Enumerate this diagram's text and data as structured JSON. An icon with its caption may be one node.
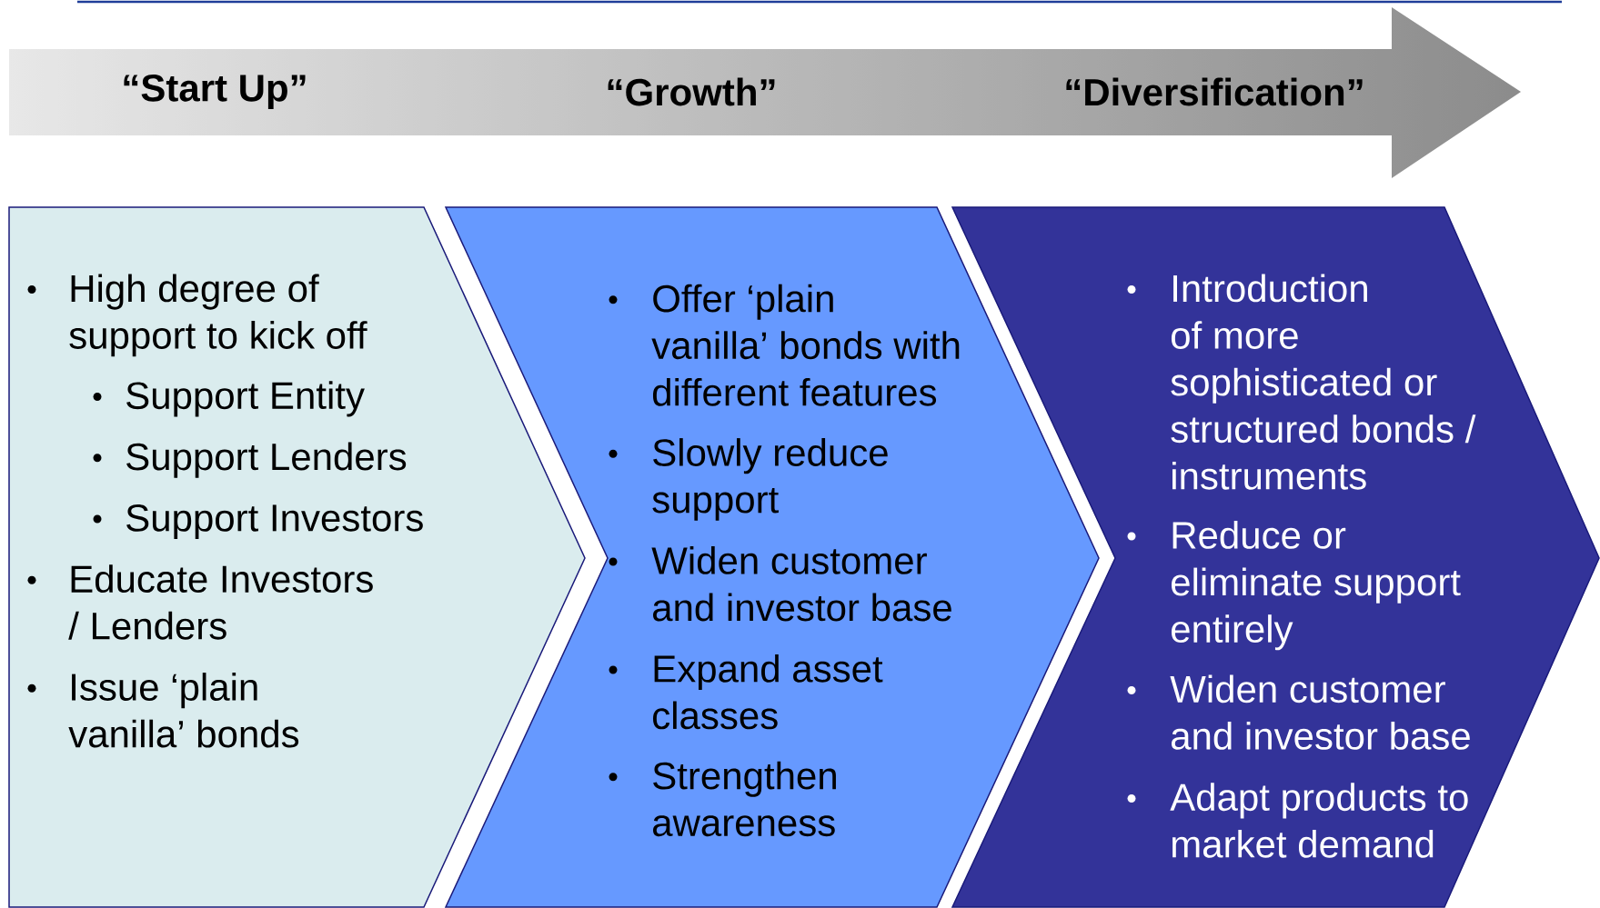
{
  "diagram": {
    "nodes": [
      {
        "text": [
          "“Start Up”",
          "“Growth”",
          "“Diversification”"
        ]
      },
      {
        "text": [
          "High degree of support to kick off",
          "Support Entity",
          "Support Lenders",
          "Support Investors",
          "Educate Investors / Lenders",
          "Issue ‘plain vanilla’ bonds"
        ]
      },
      {
        "text": [
          "Offer ‘plain vanilla’ bonds with different features",
          "Slowly reduce support",
          "Widen customer and investor base",
          "Expand asset classes",
          "Strengthen awareness"
        ]
      },
      {
        "text": [
          "Introduction of more sophisticated or structured bonds / instruments",
          "Reduce or eliminate support entirely",
          "Widen customer and investor base",
          "Adapt products to market demand"
        ]
      }
    ]
  }
}
